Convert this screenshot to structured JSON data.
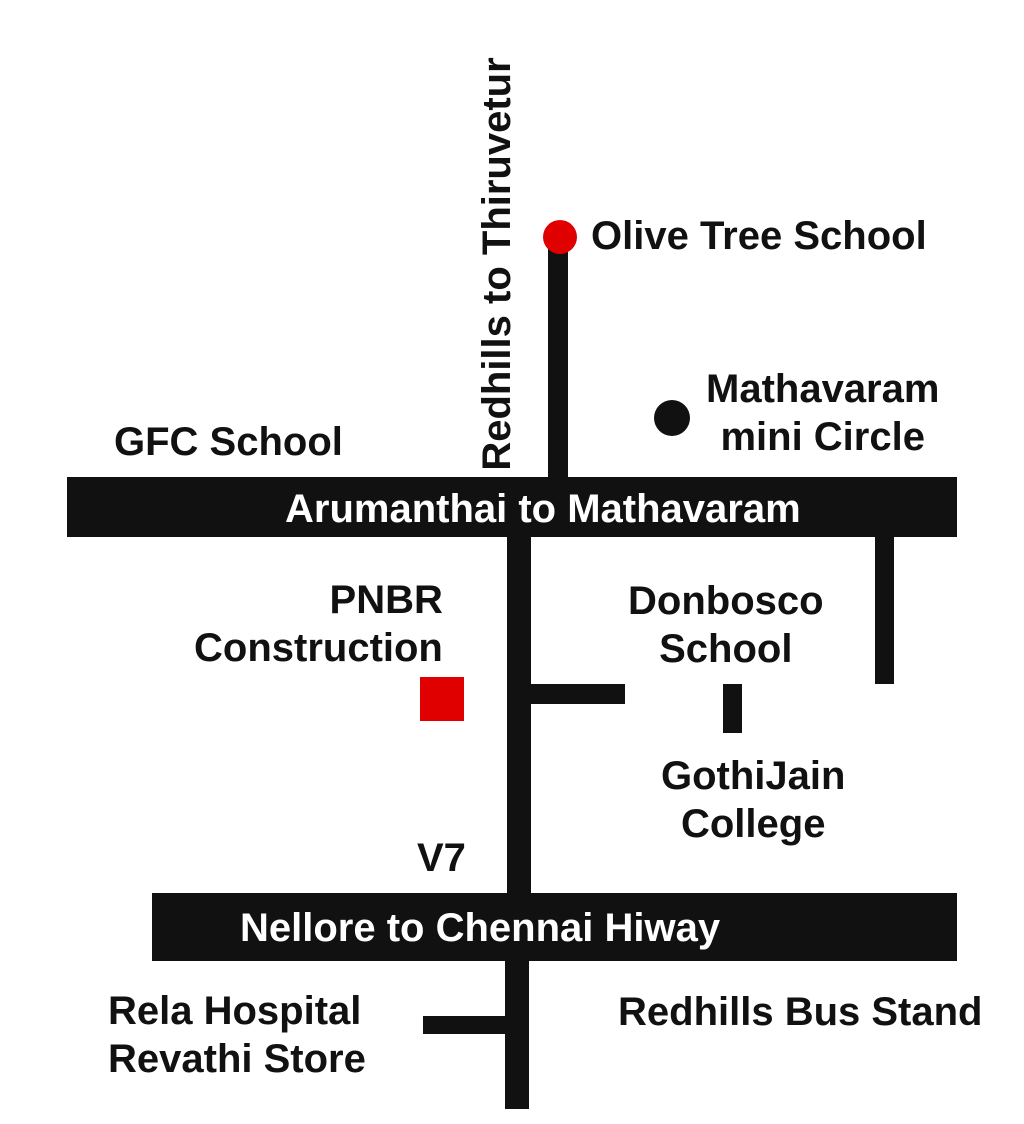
{
  "colors": {
    "road": "#111111",
    "marker_red": "#e00000",
    "marker_black": "#111111",
    "background": "#ffffff",
    "road_label_text": "#ffffff"
  },
  "roads": {
    "arumanthai": "Arumanthai to Mathavaram",
    "nellore": "Nellore to Chennai Hiway",
    "redhills_vertical": "Redhills to Thiruvetur"
  },
  "places": {
    "olive_tree": "Olive Tree School",
    "mathavaram_line1": "Mathavaram",
    "mathavaram_line2": "mini Circle",
    "gfc": "GFC School",
    "pnbr_line1": "PNBR",
    "pnbr_line2": "Construction",
    "donbosco_line1": "Donbosco",
    "donbosco_line2": "School",
    "gothijain_line1": "GothiJain",
    "gothijain_line2": "College",
    "v7": "V7",
    "rela_line1": "Rela Hospital",
    "rela_line2": "Revathi Store",
    "redhills_bus": "Redhills Bus Stand"
  },
  "markers": {
    "olive_tree": "red-circle",
    "mathavaram": "black-circle",
    "pnbr": "red-square"
  }
}
